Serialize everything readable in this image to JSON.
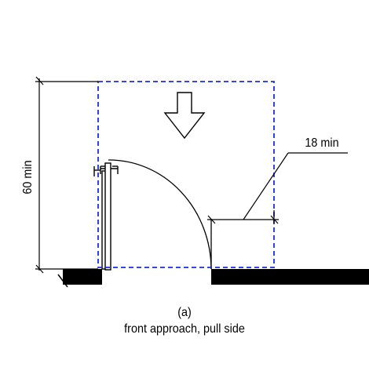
{
  "labels": {
    "height_dimension": "60 min",
    "latch_clearance": "18 min",
    "figure_letter": "(a)",
    "caption": "front approach, pull side"
  },
  "colors": {
    "clear_space_outline": "#1a2fd6",
    "linework": "#000000"
  },
  "icons": {
    "approach_direction": "down-arrow-icon"
  }
}
